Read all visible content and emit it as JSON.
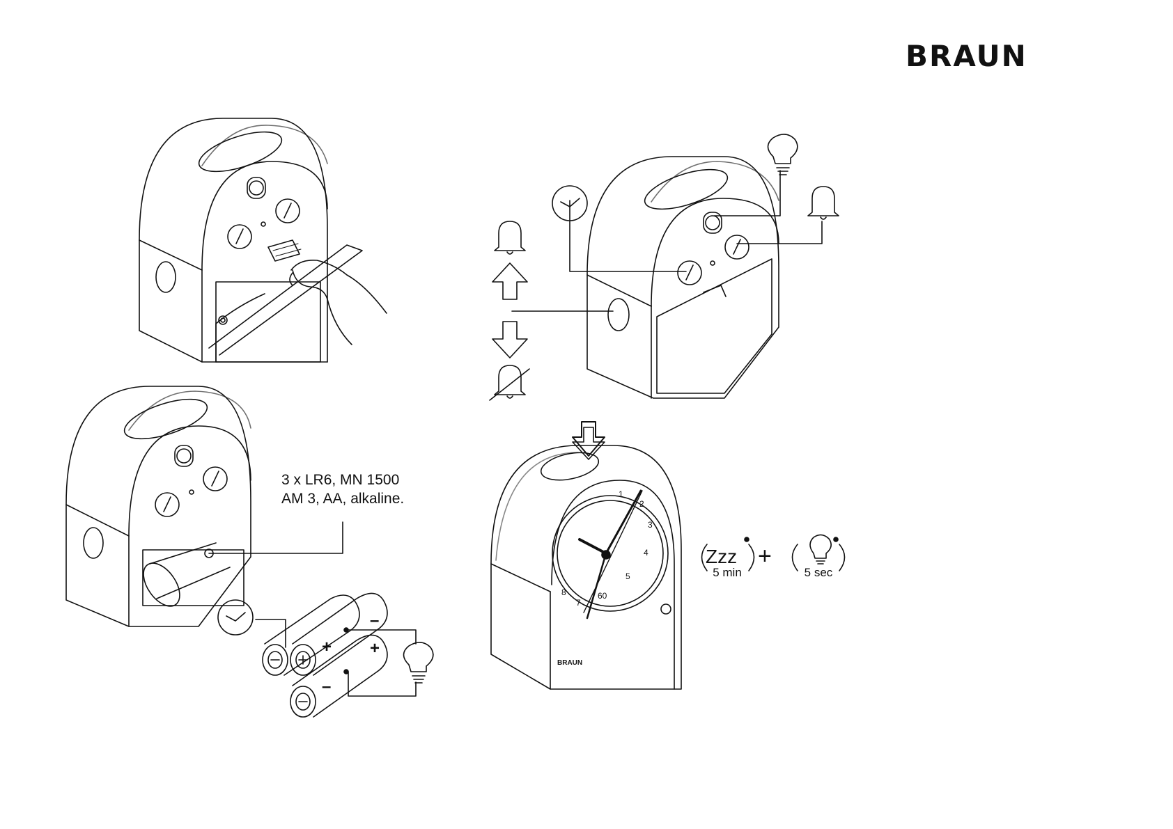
{
  "brand": {
    "logo": "BRAUN"
  },
  "battery": {
    "line1": "3 x LR6, MN 1500",
    "line2": "AM 3, AA, alkaline.",
    "plus": "+",
    "minus": "–"
  },
  "snooze": {
    "zzz": "Zzz",
    "snooze_duration": "5 min",
    "plus": "+",
    "light_duration": "5 sec"
  },
  "clock_face": {
    "numerals": [
      "1",
      "2",
      "3",
      "4",
      "5",
      "60",
      "7",
      "8"
    ],
    "brand_small": "BRAUN"
  },
  "icons": [
    "clock-icon",
    "bell-icon",
    "light-bulb-icon",
    "arrow-up-icon",
    "arrow-down-icon",
    "bell-off-icon",
    "press-arrow-icon"
  ],
  "colors": {
    "ink": "#111111",
    "background": "#ffffff"
  }
}
